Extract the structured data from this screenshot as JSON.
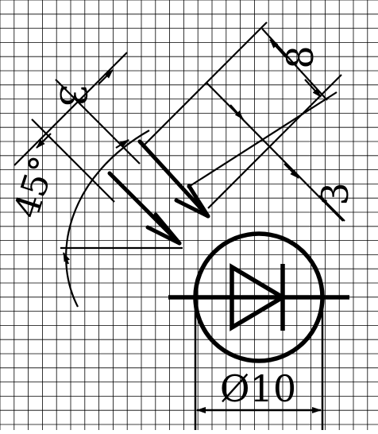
{
  "drawing": {
    "grid": true,
    "colors": {
      "ink": "#000000",
      "grid": "#000000",
      "paper": "#ffffff"
    },
    "dimensions": {
      "offset_left": "3",
      "arrow_spacing": "8",
      "offset_right": "3",
      "angle": "45°",
      "diameter": "Ø10"
    },
    "symbol": "diode-in-circle"
  }
}
